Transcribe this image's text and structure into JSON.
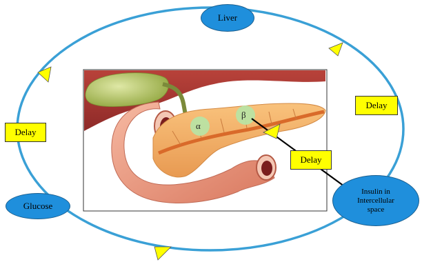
{
  "nodes": {
    "liver": "Liver",
    "glucose": "Glucose",
    "insulin_line1": "Insulin in",
    "insulin_line2": "Intercellular",
    "insulin_line3": "space"
  },
  "delays": {
    "left": "Delay",
    "right": "Delay",
    "center": "Delay"
  },
  "cells": {
    "alpha": "α",
    "beta": "β"
  },
  "colors": {
    "cycle_ring": "#3aa0d6",
    "node_fill": "#1f8fdc",
    "delay_fill": "#ffff00",
    "cell_fill": "#b9e3a3"
  },
  "illustration": "pancreas-duodenum-gallbladder-illustration"
}
